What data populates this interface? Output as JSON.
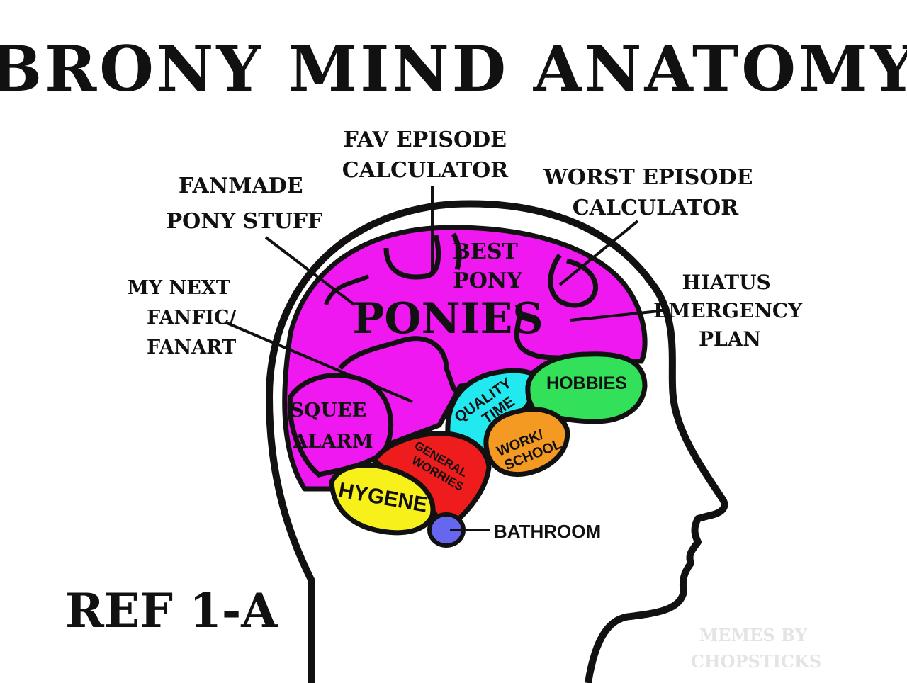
{
  "title": "BRONY MIND ANATOMY",
  "reference": "REF 1-A",
  "watermark": [
    "MEMES BY",
    "CHOPSTICKS"
  ],
  "outside_labels": {
    "fav_episode": [
      "FAV EPISODE",
      "CALCULATOR"
    ],
    "worst_episode": [
      "WORST EPISODE",
      "CALCULATOR"
    ],
    "fanmade": [
      "FANMADE",
      "PONY STUFF"
    ],
    "next_fanfic": [
      "MY NEXT",
      "FANFIC/",
      "FANART"
    ],
    "hiatus": [
      "HIATUS",
      "EMERGENCY",
      "PLAN"
    ],
    "bathroom": "BATHROOM"
  },
  "regions": {
    "ponies": "PONIES",
    "best_pony": [
      "BEST",
      "PONY"
    ],
    "squee_alarm": [
      "SQUEE",
      "ALARM"
    ],
    "quality_time": [
      "QUALITY",
      "TIME"
    ],
    "hobbies": "HOBBIES",
    "work_school": [
      "WORK/",
      "SCHOOL"
    ],
    "general_worries": [
      "GENERAL",
      "WORRIES"
    ],
    "hygene": "HYGENE"
  },
  "colors": {
    "magenta": "#f018f0",
    "cyan": "#22e8f0",
    "green": "#33e05a",
    "orange": "#f49a22",
    "red": "#ee1c1c",
    "yellow": "#f8f01a",
    "blue": "#6666ee",
    "outline": "#111111"
  }
}
